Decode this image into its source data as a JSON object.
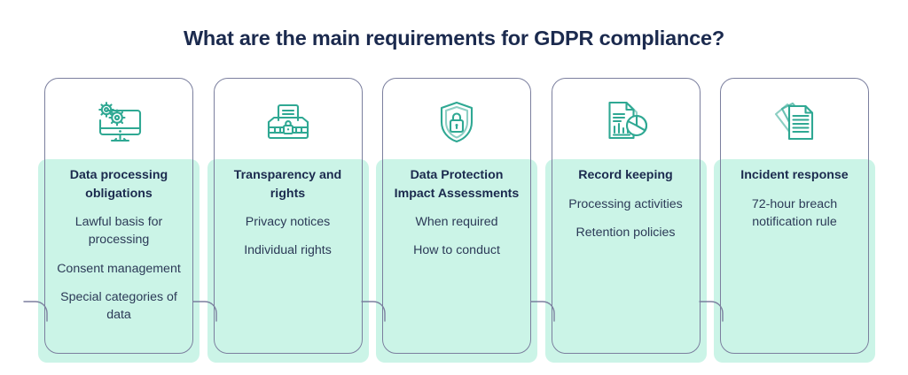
{
  "title": "What are the main requirements for GDPR compliance?",
  "colors": {
    "title_text": "#1b2a4e",
    "body_text": "#2c3a57",
    "mint_panel": "#cbf4e7",
    "card_border": "#7b7f9e",
    "icon_teal": "#2fa893",
    "background": "#ffffff"
  },
  "cards": [
    {
      "icon": "monitor-gears-icon",
      "heading": "Data processing obligations",
      "items": [
        "Lawful basis for processing",
        "Consent management",
        "Special categories of data"
      ]
    },
    {
      "icon": "folder-document-lock-icon",
      "heading": "Transparency and rights",
      "items": [
        "Privacy notices",
        "Individual rights"
      ]
    },
    {
      "icon": "shield-lock-icon",
      "heading": "Data Protection Impact Assessments",
      "items": [
        "When required",
        "How to conduct"
      ]
    },
    {
      "icon": "report-charts-icon",
      "heading": "Record keeping",
      "items": [
        "Processing activities",
        "Retention policies"
      ]
    },
    {
      "icon": "stacked-documents-icon",
      "heading": "Incident response",
      "items": [
        "72-hour breach notification rule"
      ]
    }
  ]
}
